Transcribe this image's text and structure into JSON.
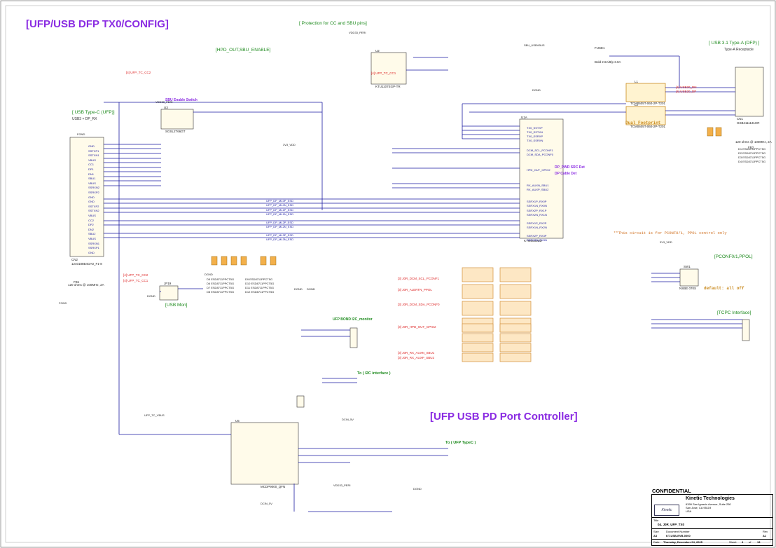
{
  "titles": {
    "main_top": "[UFP/USB DFP TX0/CONFIG]",
    "main_bottom": "[UFP USB PD Port Controller]"
  },
  "section_labels": {
    "protection": "[ Protection for CC and SBU pins]",
    "hpd_out": "[HPD_OUT,SBU_ENABLE]",
    "usb_c": "[ USB Type-C (UFP)]",
    "usb_c_sub": "USB3 + DP_RX",
    "usb_a": "[ USB 3.1 Type-A (DFP) ]",
    "usb_a_sub": "Type-A Receptacle",
    "sbu_switch": "SBU Enable Switch",
    "usb_mon": "[USB Mon]",
    "ufp_bond": "UFP BOND I2C_monitor",
    "to_i2c": "To ( I2C interface )",
    "to_ufp": "To ( UFP TypeC )",
    "pconf": "[PCONF0/1,PPOL]",
    "tcpc": "[TCPC Interface]",
    "dual_footprint": "Dual Footprint",
    "note_pconf": "**This circuit is for PCONF0/1, PPOL control only",
    "default_all_off": "default: all off",
    "dp_pwr": "DP_PWR SRC Det",
    "dp_cable": "DP Cable Det"
  },
  "components": {
    "u2": "U2",
    "u2_part": "KTU1107EGP-TR",
    "u1a": "U1A",
    "u1a_part": "KTM5030BD",
    "cn2": "CN2",
    "cn2_part": "1240188B4GA0_F1-8",
    "cn1": "CN1",
    "cn1_part": "GSB4111131HR",
    "u3": "U3",
    "u3_part": "SGSL2T66GT",
    "u5": "U5",
    "u5_part": "MCDP9000_QFN",
    "l1": "L1",
    "l1_part": "TCM0605T-060-2P-T201",
    "l2": "L2",
    "l2_part": "TCM0605T-060-2P-T201",
    "fuse": "FUSE1",
    "fuse_part": "Bold 2.6A/8/p 3.0A",
    "jp19": "JP19",
    "sw1": "SW1",
    "sw1_part": "NSBE 070S",
    "fb1": "FB1",
    "fb1_part": "120 ohms @ 100MHz, 2A",
    "fb2": "FB2",
    "fb2_part": "120 ohms @ 100MHz, 2A"
  },
  "left_pins": [
    "GND",
    "SSTXP1",
    "SSTXN1",
    "VBUS",
    "CC1",
    "DP1",
    "DN1",
    "SBU1",
    "VBUS",
    "SSRXN2",
    "SSRXP2",
    "GND",
    "GND",
    "SSTXP2",
    "SSTXN2",
    "VBUS",
    "CC2",
    "DP2",
    "DN2",
    "SBU2",
    "VBUS",
    "SSRXN1",
    "SSRXP1",
    "GND"
  ],
  "u1a_pins": [
    "TX0_SSTXP",
    "TX0_SSTXN",
    "TX0_SSRXP",
    "TX0_SSRXN",
    "DCM_SCL_PCONF1",
    "DCM_SDA_PCONF0",
    "HPD_OUT_GPIO2",
    "RX_AUXN_SBU1",
    "RX_AUXP_SBU2",
    "SSRX1P_RX0P",
    "SSRX1N_RX0N",
    "SSRX2P_RX1P",
    "SSRX2N_RX1N",
    "SSRX1P_RX2P",
    "SSRX1N_RX2N",
    "SSRX2P_RX3P",
    "SSRX2N_RX3N"
  ],
  "nets_red": [
    "[4] UFP_TC_CC2",
    "[4] UFP_TC_CC1",
    "[4] UFP_TC_CC2",
    "[4] UFP_TC_CC1",
    "[4] USB20_DN",
    "[4] USB20_DP",
    "[3] J0R_DCM_SCL_PCONF1",
    "[3] J0R_ALERTN_PPOL",
    "[3] J0R_DCM_SDA_PCONF0",
    "[3] J0R_HPD_OUT_GPIO2",
    "[3] J0R_RX_AUXN_SBU1",
    "[3] J0R_RX_AUXP_SBU2"
  ],
  "nets_dp": [
    "UFP_DP_ML0P_ESD",
    "UFP_DP_ML0N_ESD",
    "UFP_DP_ML1P_ESD",
    "UFP_DP_ML1N_ESD",
    "UFP_DP_ML2P_ESD",
    "UFP_DP_ML2N_ESD",
    "UFP_DP_ML3P_ESD",
    "UFP_DP_ML3N_ESD"
  ],
  "esd_parts": [
    "D5 ESD8711PPCT5G",
    "D6 ESD8711PPCT5G",
    "D7 ESD8711PPCT5G",
    "D8 ESD8711PPCT5G",
    "D9 ESD8711PPCT5G",
    "D10 ESD8711PPCT5G",
    "D11 ESD8711PPCT5G",
    "D12 ESD8711PPCT5G"
  ],
  "esd_right": [
    "D1 ESD8711PPCT5G",
    "D2 ESD8711PPCT5G",
    "D3 ESD8711PPCT5G",
    "D4 ESD8711PPCT5G"
  ],
  "gnd_labels": [
    "DGND",
    "DGND",
    "DGND",
    "DGND",
    "FGND",
    "FGND",
    "DGND",
    "DGND"
  ],
  "power_nets": [
    "VDD33_PERI",
    "VDD33_PERI",
    "3V3_VDD",
    "SBU_USBVBUS",
    "3V3_VDD",
    "DCIN_5V",
    "DCIN_5V",
    "VDD33_PERI",
    "UFP_TC_VBUS"
  ],
  "titleblock": {
    "confidential": "CONFIDENTIAL",
    "company": "Kinetic Technologies",
    "address1": "6399 San Ignacio Avenue, Suite 250",
    "address2": "San Jose, CA 95119",
    "address3": "USA",
    "title_label": "Title",
    "title": "04. J0R_UFP_TX0",
    "size_label": "Size",
    "size": "A3",
    "docnum_label": "Document Number",
    "docnum": "KT-USB-EVB-0000",
    "rev_label": "Rev",
    "rev": "A1",
    "date_label": "Date:",
    "date": "Thursday, December 04, 2025",
    "sheet_label": "Sheet",
    "sheet": "4",
    "of_label": "of",
    "of": "13",
    "logo": "Kinetic"
  },
  "colors": {
    "wire": "#1a1aa0",
    "net": "#1d8a1d",
    "accent": "#8a2be2",
    "red": "#d22222",
    "esd": "#c98a1e"
  }
}
